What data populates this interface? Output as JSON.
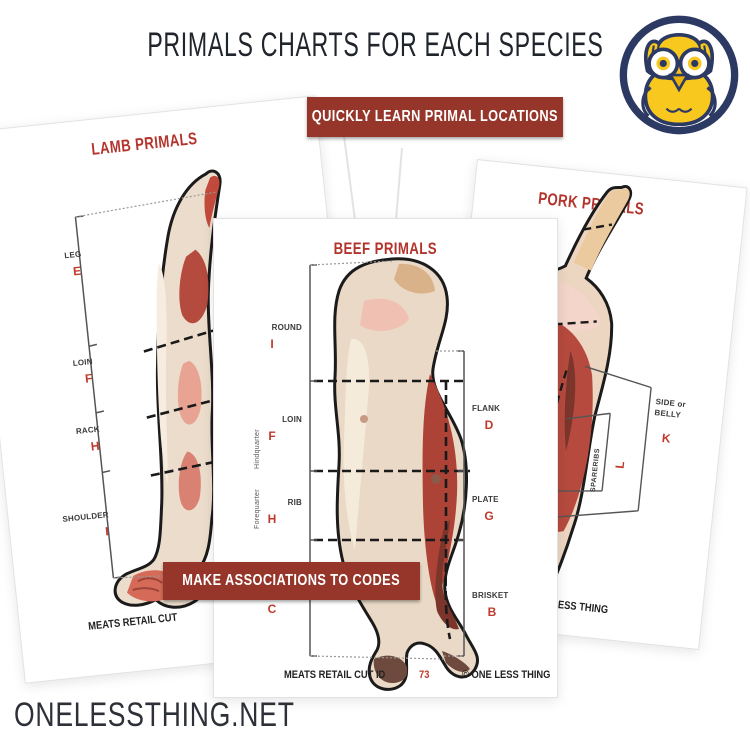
{
  "page": {
    "title": "PRIMALS CHARTS FOR EACH SPECIES",
    "website": "ONELESSTHING.NET"
  },
  "logo": {
    "name": "One Less Thing owl logo"
  },
  "banners": {
    "top": {
      "label": "QUICKLY LEARN PRIMAL LOCATIONS"
    },
    "bottom": {
      "label": "MAKE ASSOCIATIONS TO CODES"
    }
  },
  "cards": {
    "lamb": {
      "title": "LAMB PRIMALS",
      "footer": "MEATS RETAIL CUT",
      "labels": [
        {
          "name": "LEG",
          "code": "E"
        },
        {
          "name": "LOIN",
          "code": "F"
        },
        {
          "name": "RACK",
          "code": "H"
        },
        {
          "name": "SHOULDER",
          "code": "I"
        }
      ]
    },
    "beef": {
      "title": "BEEF PRIMALS",
      "side_labels": {
        "upper": "Hindquarter",
        "lower": "Forequarter"
      },
      "left_labels": [
        {
          "name": "ROUND",
          "code": "I"
        },
        {
          "name": "LOIN",
          "code": "F"
        },
        {
          "name": "RIB",
          "code": "H"
        },
        {
          "name": "",
          "code": "C"
        }
      ],
      "right_labels": [
        {
          "name": "FLANK",
          "code": "D"
        },
        {
          "name": "PLATE",
          "code": "G"
        },
        {
          "name": "BRISKET",
          "code": "B"
        }
      ],
      "footer": {
        "left": "MEATS RETAIL CUT ID",
        "id_number": "73",
        "right": "© ONE LESS THING"
      }
    },
    "pork": {
      "title": "PORK PRIMALS",
      "footer": "© ONE LESS THING",
      "labels": [
        {
          "name": "SPARERIBS",
          "code": "L"
        },
        {
          "name": "SIDE or BELLY",
          "code": "K"
        }
      ]
    }
  },
  "colors": {
    "banner_red": "#96352a",
    "card_title_red": "#b2342c",
    "code_red": "#c0392b",
    "owl_navy": "#2c3a63",
    "owl_yellow": "#f8c81e",
    "title_dark": "#20252c"
  }
}
